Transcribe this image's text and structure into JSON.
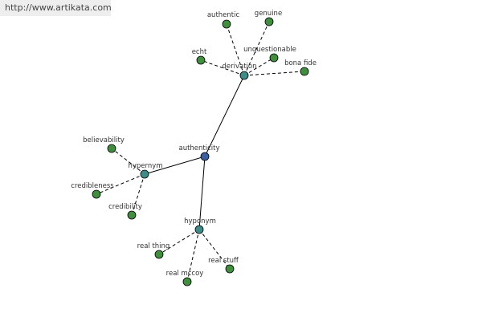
{
  "watermark": "http://www.artikata.com",
  "colors": {
    "root": "#3a5fa0",
    "hub": "#3d8c88",
    "leaf": "#3f8f3f"
  },
  "nodes": {
    "authenticity": {
      "label": "authenticity",
      "kind": "root"
    },
    "derivation": {
      "label": "derivation",
      "kind": "hub"
    },
    "hypernym": {
      "label": "hypernym",
      "kind": "hub"
    },
    "hyponym": {
      "label": "hyponym",
      "kind": "hub"
    },
    "authentic": {
      "label": "authentic",
      "kind": "leaf"
    },
    "genuine": {
      "label": "genuine",
      "kind": "leaf"
    },
    "echt": {
      "label": "echt",
      "kind": "leaf"
    },
    "unquestionable": {
      "label": "unquestionable",
      "kind": "leaf"
    },
    "bona_fide": {
      "label": "bona fide",
      "kind": "leaf"
    },
    "believability": {
      "label": "believability",
      "kind": "leaf"
    },
    "credibleness": {
      "label": "credibleness",
      "kind": "leaf"
    },
    "credibility": {
      "label": "credibility",
      "kind": "leaf"
    },
    "real_thing": {
      "label": "real thing",
      "kind": "leaf"
    },
    "real_stuff": {
      "label": "real stuff",
      "kind": "leaf"
    },
    "real_mccoy": {
      "label": "real mccoy",
      "kind": "leaf"
    }
  },
  "edges": [
    {
      "from": "authenticity",
      "to": "derivation",
      "style": "solid"
    },
    {
      "from": "authenticity",
      "to": "hypernym",
      "style": "solid"
    },
    {
      "from": "authenticity",
      "to": "hyponym",
      "style": "solid"
    },
    {
      "from": "derivation",
      "to": "authentic",
      "style": "dashed"
    },
    {
      "from": "derivation",
      "to": "genuine",
      "style": "dashed"
    },
    {
      "from": "derivation",
      "to": "echt",
      "style": "dashed"
    },
    {
      "from": "derivation",
      "to": "unquestionable",
      "style": "dashed"
    },
    {
      "from": "derivation",
      "to": "bona_fide",
      "style": "dashed"
    },
    {
      "from": "hypernym",
      "to": "believability",
      "style": "dashed"
    },
    {
      "from": "hypernym",
      "to": "credibleness",
      "style": "dashed"
    },
    {
      "from": "hypernym",
      "to": "credibility",
      "style": "dashed"
    },
    {
      "from": "hyponym",
      "to": "real_thing",
      "style": "dashed"
    },
    {
      "from": "hyponym",
      "to": "real_stuff",
      "style": "dashed"
    },
    {
      "from": "hyponym",
      "to": "real_mccoy",
      "style": "dashed"
    }
  ]
}
